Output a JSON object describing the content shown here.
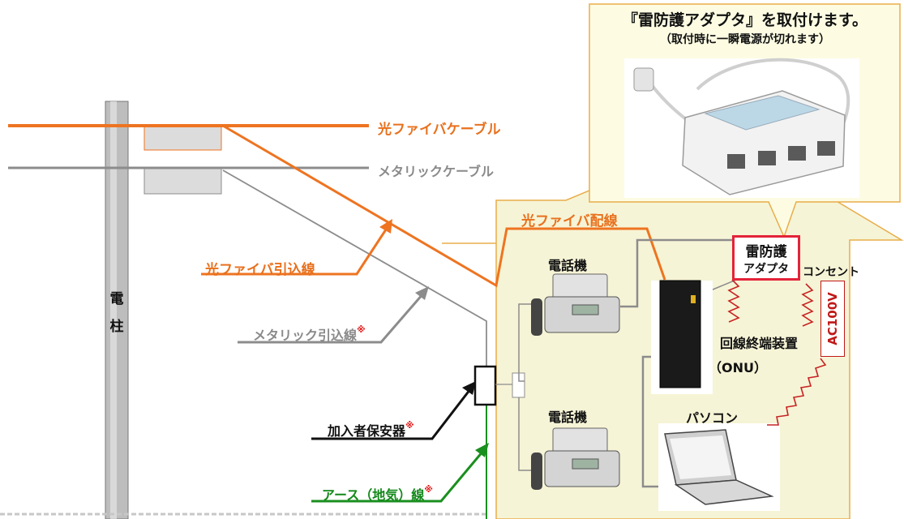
{
  "callout": {
    "title": "『雷防護アダプタ』を取付けます。",
    "note": "（取付時に一瞬電源が切れます）"
  },
  "pole": {
    "label": "電\n柱"
  },
  "cables": {
    "fiber_cable": "光ファイバケーブル",
    "metallic_cable": "メタリックケーブル",
    "fiber_drop": "光ファイバ引込線",
    "metallic_drop": "メタリック引込線",
    "fiber_indoor": "光ファイバ配線"
  },
  "devices": {
    "subscriber_protector": "加入者保安器",
    "earth_wire": "アース（地気）線",
    "phone_top": "電話機",
    "phone_bottom": "電話機",
    "onu": "回線終端装置",
    "onu_paren": "（ONU）",
    "pc": "パソコン",
    "outlet": "コンセント",
    "ac_voltage": "AC100V",
    "arrester_line1": "雷防護",
    "arrester_line2": "アダプタ"
  },
  "footnote_mark": "※",
  "colors": {
    "fiber": "#ee7421",
    "metallic": "#8c8c8c",
    "earth": "#1a8f1f",
    "house_fill": "#f6f4d6",
    "callout_fill": "#fdfce3",
    "callout_border": "#e8ad4a",
    "arrester_border": "#e4233a",
    "surge": "#c72323"
  }
}
